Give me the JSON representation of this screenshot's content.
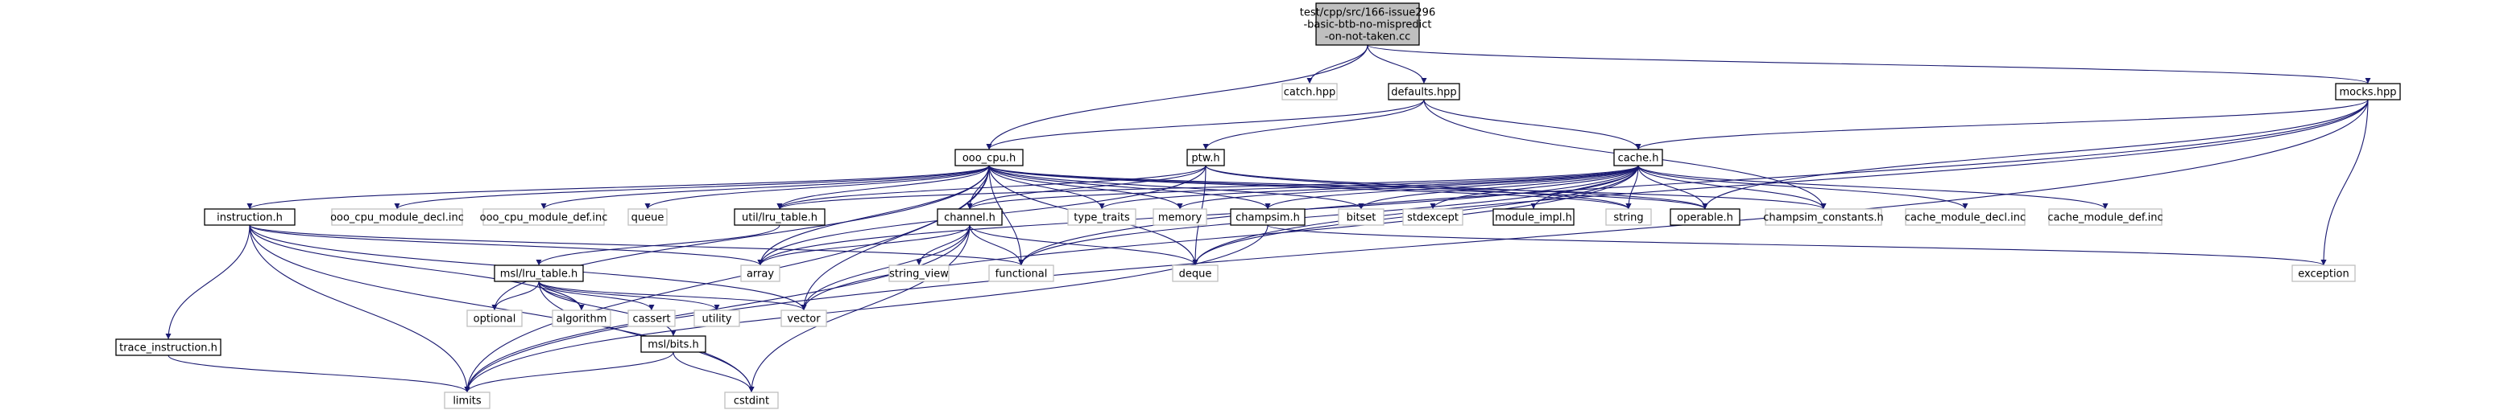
{
  "colors": {
    "root_fill": "#bfbfbf",
    "local_header_border": "#000000",
    "system_header_border": "#bfbfbf",
    "node_fill": "#ffffff",
    "edge": "#191970"
  },
  "nodes": [
    {
      "id": "root",
      "kind": "root",
      "lines": [
        "test/cpp/src/166-issue296",
        "-basic-btb-no-mispredict",
        "-on-not-taken.cc"
      ]
    },
    {
      "id": "catch",
      "kind": "system",
      "lines": [
        "catch.hpp"
      ]
    },
    {
      "id": "defaults",
      "kind": "local",
      "lines": [
        "defaults.hpp"
      ]
    },
    {
      "id": "mocks",
      "kind": "local",
      "lines": [
        "mocks.hpp"
      ]
    },
    {
      "id": "ooo_cpu",
      "kind": "local",
      "lines": [
        "ooo_cpu.h"
      ]
    },
    {
      "id": "ptw",
      "kind": "local",
      "lines": [
        "ptw.h"
      ]
    },
    {
      "id": "cache",
      "kind": "local",
      "lines": [
        "cache.h"
      ]
    },
    {
      "id": "queue",
      "kind": "system",
      "lines": [
        "queue"
      ]
    },
    {
      "id": "instruction",
      "kind": "local",
      "lines": [
        "instruction.h"
      ]
    },
    {
      "id": "ooo_decl",
      "kind": "system",
      "lines": [
        "ooo_cpu_module_decl.inc"
      ]
    },
    {
      "id": "ooo_def",
      "kind": "system",
      "lines": [
        "ooo_cpu_module_def.inc"
      ]
    },
    {
      "id": "util_lru",
      "kind": "local",
      "lines": [
        "util/lru_table.h"
      ]
    },
    {
      "id": "channel",
      "kind": "local",
      "lines": [
        "channel.h"
      ]
    },
    {
      "id": "type_traits",
      "kind": "system",
      "lines": [
        "type_traits"
      ]
    },
    {
      "id": "memory",
      "kind": "system",
      "lines": [
        "memory"
      ]
    },
    {
      "id": "champsim",
      "kind": "local",
      "lines": [
        "champsim.h"
      ]
    },
    {
      "id": "bitset",
      "kind": "system",
      "lines": [
        "bitset"
      ]
    },
    {
      "id": "stdexcept",
      "kind": "system",
      "lines": [
        "stdexcept"
      ]
    },
    {
      "id": "module_impl",
      "kind": "local",
      "lines": [
        "module_impl.h"
      ]
    },
    {
      "id": "string",
      "kind": "system",
      "lines": [
        "string"
      ]
    },
    {
      "id": "operable",
      "kind": "local",
      "lines": [
        "operable.h"
      ]
    },
    {
      "id": "champsim_constants",
      "kind": "system",
      "lines": [
        "champsim_constants.h"
      ]
    },
    {
      "id": "cache_decl",
      "kind": "system",
      "lines": [
        "cache_module_decl.inc"
      ]
    },
    {
      "id": "cache_def",
      "kind": "system",
      "lines": [
        "cache_module_def.inc"
      ]
    },
    {
      "id": "array",
      "kind": "system",
      "lines": [
        "array"
      ]
    },
    {
      "id": "string_view",
      "kind": "system",
      "lines": [
        "string_view"
      ]
    },
    {
      "id": "functional",
      "kind": "system",
      "lines": [
        "functional"
      ]
    },
    {
      "id": "deque",
      "kind": "system",
      "lines": [
        "deque"
      ]
    },
    {
      "id": "exception",
      "kind": "system",
      "lines": [
        "exception"
      ]
    },
    {
      "id": "msl_lru",
      "kind": "local",
      "lines": [
        "msl/lru_table.h"
      ]
    },
    {
      "id": "optional",
      "kind": "system",
      "lines": [
        "optional"
      ]
    },
    {
      "id": "algorithm",
      "kind": "system",
      "lines": [
        "algorithm"
      ]
    },
    {
      "id": "cassert",
      "kind": "system",
      "lines": [
        "cassert"
      ]
    },
    {
      "id": "utility",
      "kind": "system",
      "lines": [
        "utility"
      ]
    },
    {
      "id": "msl_bits",
      "kind": "local",
      "lines": [
        "msl/bits.h"
      ]
    },
    {
      "id": "vector",
      "kind": "system",
      "lines": [
        "vector"
      ]
    },
    {
      "id": "trace_instruction",
      "kind": "local",
      "lines": [
        "trace_instruction.h"
      ]
    },
    {
      "id": "limits",
      "kind": "system",
      "lines": [
        "limits"
      ]
    },
    {
      "id": "cstdint",
      "kind": "system",
      "lines": [
        "cstdint"
      ]
    }
  ],
  "edges": [
    [
      "root",
      "catch"
    ],
    [
      "root",
      "defaults"
    ],
    [
      "root",
      "mocks"
    ],
    [
      "root",
      "ooo_cpu"
    ],
    [
      "defaults",
      "ooo_cpu"
    ],
    [
      "defaults",
      "ptw"
    ],
    [
      "defaults",
      "cache"
    ],
    [
      "defaults",
      "champsim_constants"
    ],
    [
      "mocks",
      "cache"
    ],
    [
      "mocks",
      "operable"
    ],
    [
      "mocks",
      "deque"
    ],
    [
      "mocks",
      "functional"
    ],
    [
      "mocks",
      "exception"
    ],
    [
      "mocks",
      "limits"
    ],
    [
      "ooo_cpu",
      "queue"
    ],
    [
      "ooo_cpu",
      "instruction"
    ],
    [
      "ooo_cpu",
      "ooo_decl"
    ],
    [
      "ooo_cpu",
      "ooo_def"
    ],
    [
      "ooo_cpu",
      "util_lru"
    ],
    [
      "ooo_cpu",
      "channel"
    ],
    [
      "ooo_cpu",
      "type_traits"
    ],
    [
      "ooo_cpu",
      "memory"
    ],
    [
      "ooo_cpu",
      "champsim"
    ],
    [
      "ooo_cpu",
      "bitset"
    ],
    [
      "ooo_cpu",
      "string"
    ],
    [
      "ooo_cpu",
      "operable"
    ],
    [
      "ooo_cpu",
      "champsim_constants"
    ],
    [
      "ooo_cpu",
      "array"
    ],
    [
      "ooo_cpu",
      "deque"
    ],
    [
      "ooo_cpu",
      "functional"
    ],
    [
      "ooo_cpu",
      "vector"
    ],
    [
      "ooo_cpu",
      "optional"
    ],
    [
      "ooo_cpu",
      "limits"
    ],
    [
      "ptw",
      "util_lru"
    ],
    [
      "ptw",
      "channel"
    ],
    [
      "ptw",
      "operable"
    ],
    [
      "ptw",
      "deque"
    ],
    [
      "ptw",
      "array"
    ],
    [
      "ptw",
      "string"
    ],
    [
      "cache",
      "util_lru"
    ],
    [
      "cache",
      "channel"
    ],
    [
      "cache",
      "type_traits"
    ],
    [
      "cache",
      "memory"
    ],
    [
      "cache",
      "champsim"
    ],
    [
      "cache",
      "bitset"
    ],
    [
      "cache",
      "stdexcept"
    ],
    [
      "cache",
      "module_impl"
    ],
    [
      "cache",
      "string"
    ],
    [
      "cache",
      "operable"
    ],
    [
      "cache",
      "champsim_constants"
    ],
    [
      "cache",
      "cache_decl"
    ],
    [
      "cache",
      "cache_def"
    ],
    [
      "cache",
      "array"
    ],
    [
      "cache",
      "deque"
    ],
    [
      "cache",
      "functional"
    ],
    [
      "cache",
      "vector"
    ],
    [
      "instruction",
      "trace_instruction"
    ],
    [
      "instruction",
      "array"
    ],
    [
      "instruction",
      "functional"
    ],
    [
      "instruction",
      "vector"
    ],
    [
      "instruction",
      "algorithm"
    ],
    [
      "instruction",
      "limits"
    ],
    [
      "instruction",
      "cstdint"
    ],
    [
      "util_lru",
      "msl_lru"
    ],
    [
      "channel",
      "array"
    ],
    [
      "channel",
      "string_view"
    ],
    [
      "channel",
      "functional"
    ],
    [
      "channel",
      "deque"
    ],
    [
      "channel",
      "vector"
    ],
    [
      "channel",
      "limits"
    ],
    [
      "channel",
      "cstdint"
    ],
    [
      "champsim",
      "exception"
    ],
    [
      "champsim",
      "limits"
    ],
    [
      "msl_lru",
      "optional"
    ],
    [
      "msl_lru",
      "algorithm"
    ],
    [
      "msl_lru",
      "cassert"
    ],
    [
      "msl_lru",
      "utility"
    ],
    [
      "msl_lru",
      "msl_bits"
    ],
    [
      "msl_lru",
      "vector"
    ],
    [
      "msl_lru",
      "cstdint"
    ],
    [
      "msl_bits",
      "limits"
    ],
    [
      "msl_bits",
      "cstdint"
    ],
    [
      "trace_instruction",
      "limits"
    ]
  ]
}
